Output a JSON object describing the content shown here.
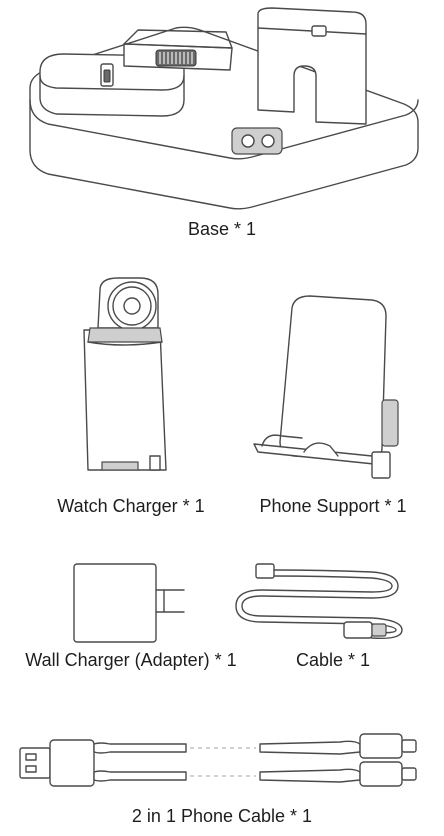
{
  "items": {
    "base": {
      "label": "Base * 1"
    },
    "watch_charger": {
      "label": "Watch Charger * 1"
    },
    "phone_support": {
      "label": "Phone Support * 1"
    },
    "wall_charger": {
      "label": "Wall Charger (Adapter) * 1"
    },
    "cable": {
      "label": "Cable * 1"
    },
    "phone_cable": {
      "label": "2 in 1 Phone Cable * 1"
    }
  }
}
